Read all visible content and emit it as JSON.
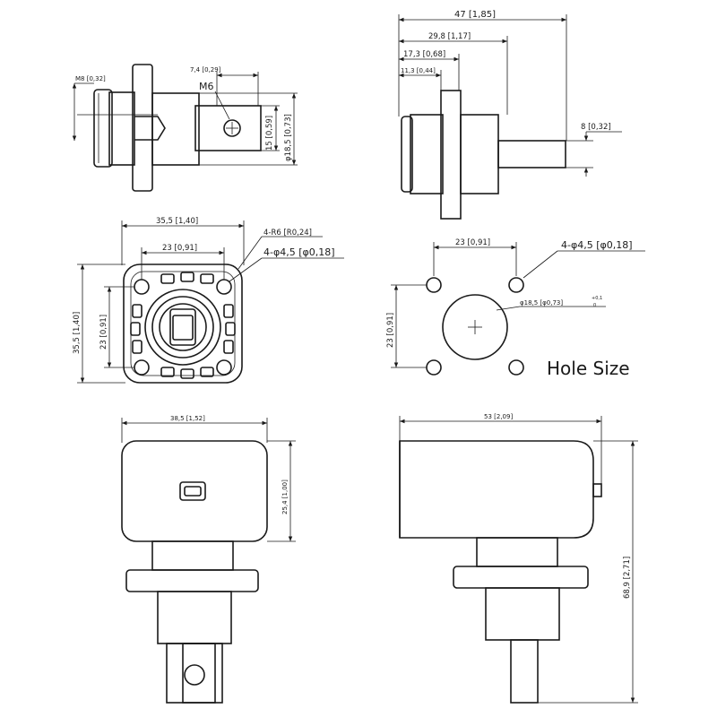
{
  "views": {
    "side_top_left": {
      "m8": "M8 [0,32]",
      "d74": "7,4 [0,29]",
      "m6": "M6",
      "d15": "15 [0,59]",
      "d185": "φ18,5 [0,73]"
    },
    "side_top_right": {
      "d47": "47 [1,85]",
      "d298": "29,8 [1,17]",
      "d173": "17,3 [0,68]",
      "d113": "11,3 [0,44]",
      "d8": "8 [0,32]"
    },
    "front_flange": {
      "d355_h": "35,5 [1,40]",
      "d23_h": "23 [0,91]",
      "r6": "4-R6 [R0,24]",
      "holes": "4-φ4,5 [φ0,18]",
      "d355_v": "35,5 [1,40]",
      "d23_v": "23 [0,91]"
    },
    "hole_size": {
      "d23_h": "23 [0,91]",
      "holes": "4-φ4,5 [φ0,18]",
      "center": "φ18,5 [φ0,73]",
      "tol_plus": "+0,1",
      "tol_minus": "0",
      "d23_v": "23 [0,91]",
      "title": "Hole Size"
    },
    "bottom_left": {
      "d385": "38,5 [1,52]",
      "d254": "25,4 [1,00]"
    },
    "bottom_right": {
      "d53": "53 [2,09]",
      "d689": "68,9 [2,71]"
    }
  }
}
